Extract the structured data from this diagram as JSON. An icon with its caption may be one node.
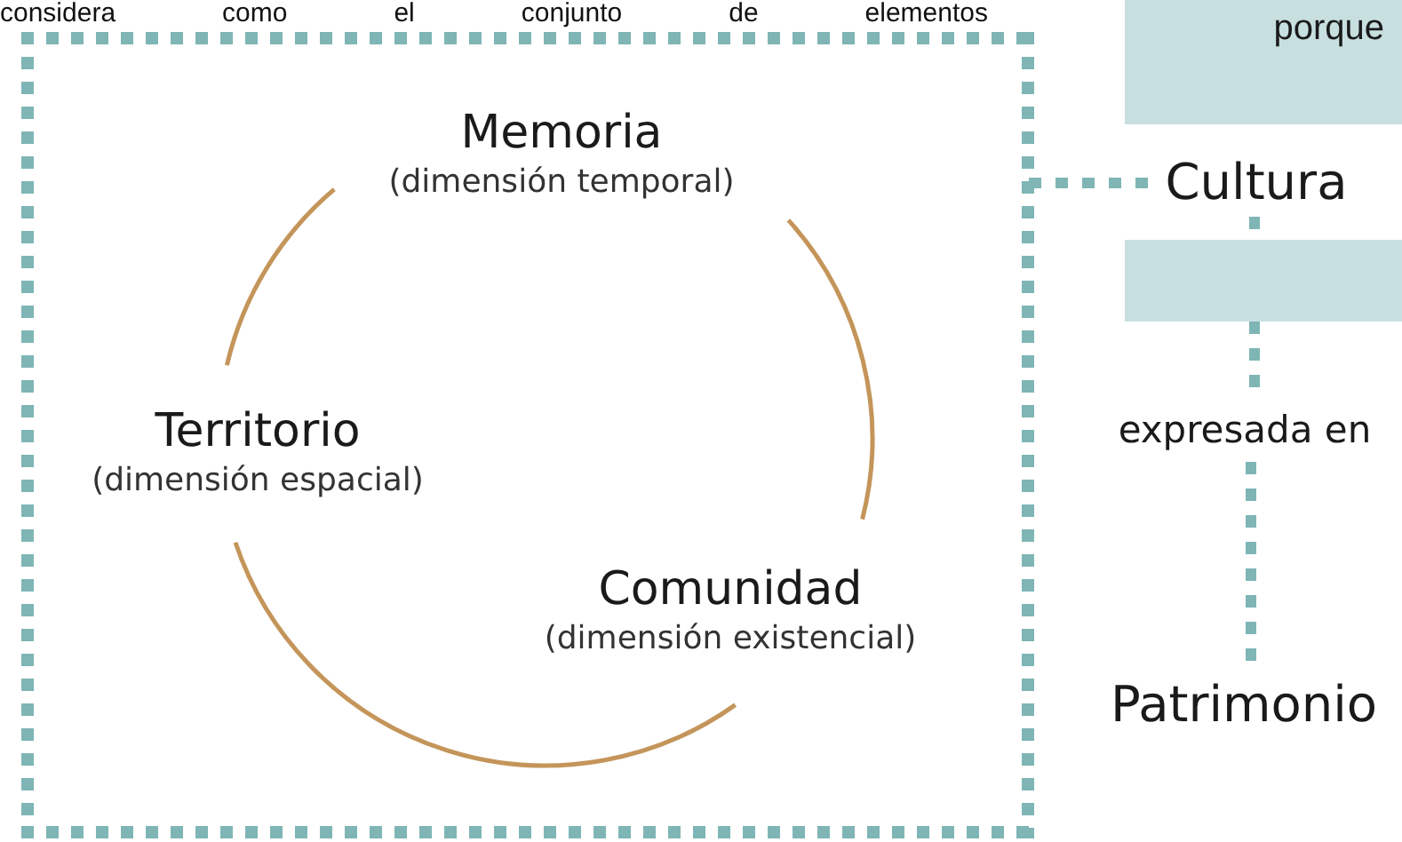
{
  "diagram": {
    "nodes": [
      {
        "text": [],
        "shape": "box"
      },
      {
        "text": [
          "Memoria",
          "(dimensión temporal)"
        ],
        "in": 0
      },
      {
        "text": [
          "Territorio",
          "(dimensión espacial)"
        ],
        "in": 0
      },
      {
        "text": [
          "Comunidad",
          "(dimensión existencial)"
        ],
        "in": 0
      },
      {
        "text": [
          "porque"
        ]
      },
      {
        "text": [
          "Cultura"
        ]
      },
      {
        "text": [],
        "shape": "box"
      },
      {
        "text": [
          "expresada en"
        ]
      },
      {
        "text": [
          "Patrimonio"
        ]
      }
    ],
    "edges": [
      {
        "from": 0,
        "to": 5,
        "arrow": "none",
        "style": "dashed",
        "color": "#7fb5b5"
      },
      {
        "from": 5,
        "to": 6,
        "arrow": "none",
        "style": "dashed",
        "color": "#7fb5b5"
      },
      {
        "from": 6,
        "to": 7,
        "arrow": "none",
        "style": "dashed",
        "color": "#7fb5b5"
      },
      {
        "from": 7,
        "to": 8,
        "arrow": "none",
        "style": "dashed",
        "color": "#7fb5b5"
      },
      {
        "from": 1,
        "to": 3,
        "arrow": "none",
        "color": "#c4955a"
      },
      {
        "from": 3,
        "to": 2,
        "arrow": "none",
        "color": "#c4955a"
      },
      {
        "from": 2,
        "to": 1,
        "arrow": "none",
        "color": "#c4955a"
      }
    ],
    "labels": [
      "considera como el conjunto de elementos"
    ]
  }
}
